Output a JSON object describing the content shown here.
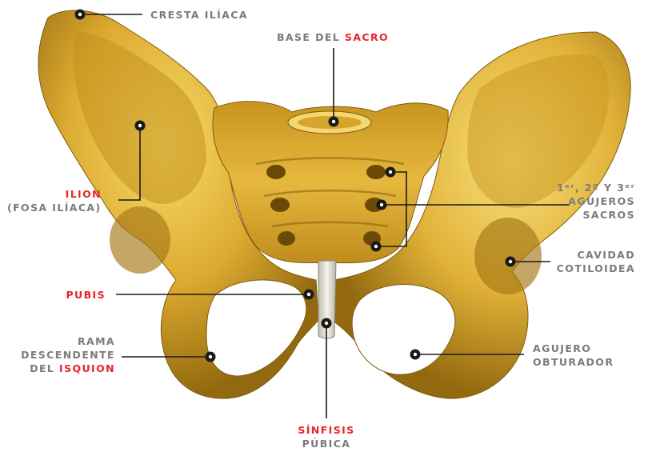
{
  "labels": {
    "cresta": "CRESTA ILÍACA",
    "base_pre": "BASE DEL ",
    "base_hl": "SACRO",
    "ilion_hl": "ILION",
    "ilion_sub": "(FOSA ILÍACA)",
    "agujeros_l1": "1ᵉʳ, 2º Y 3ᵉʳ",
    "agujeros_l2": "AGUJEROS",
    "agujeros_l3": "SACROS",
    "cavidad_l1": "CAVIDAD",
    "cavidad_l2": "COTILOIDEA",
    "pubis_hl": "PUBIS",
    "rama_l1": "RAMA",
    "rama_l2": "DESCENDENTE",
    "rama_l3_pre": "DEL ",
    "rama_l3_hl": "ISQUION",
    "agujero_obt_l1": "AGUJERO",
    "agujero_obt_l2": "OBTURADOR",
    "sinfisis_hl": "SÍNFISIS",
    "sinfisis_sub": "PÚBICA"
  },
  "colors": {
    "bone_light": "#f2cf58",
    "bone_mid": "#d9a92e",
    "bone_dark": "#8a6410",
    "label_gray": "#7b7b7b",
    "label_red": "#e8242a",
    "leader": "#1a1a1a",
    "cartilage": "#e9e6dc"
  }
}
